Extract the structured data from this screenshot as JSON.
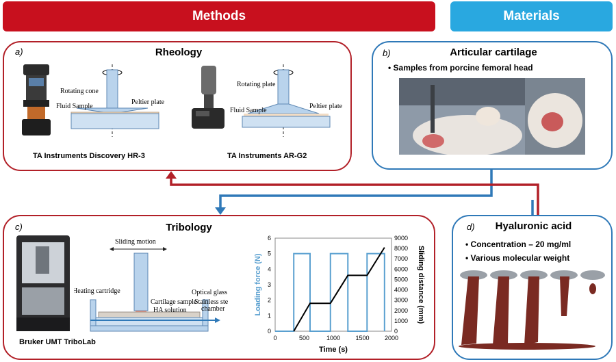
{
  "headers": {
    "methods": "Methods",
    "materials": "Materials"
  },
  "colors": {
    "red": "#b22028",
    "blue": "#2f79b8",
    "header_red": "#c8101e",
    "header_blue": "#29a8e0"
  },
  "rheology": {
    "tag": "a)",
    "title": "Rheology",
    "left_labels": {
      "cone": "Rotating cone",
      "fluid": "Fluid Sample",
      "plate": "Peltier plate"
    },
    "right_labels": {
      "cone": "Rotating plate",
      "fluid": "Fluid Sample",
      "plate": "Peltier plate"
    },
    "instrument1": "TA Instruments Discovery HR-3",
    "instrument2": "TA Instruments AR-G2"
  },
  "cartilage": {
    "tag": "b)",
    "title": "Articular cartilage",
    "bullet": "Samples from porcine femoral head"
  },
  "tribology": {
    "tag": "c)",
    "title": "Tribology",
    "labels": {
      "sliding": "Sliding motion",
      "heating": "Heating cartridge",
      "sample": "Cartilage sample",
      "solution": "HA solution",
      "glass": "Optical glass",
      "chamber1": "Stainless steel",
      "chamber2": "chamber"
    },
    "instrument": "Bruker UMT TriboLab"
  },
  "hyaluronic": {
    "tag": "d)",
    "title": "Hyaluronic acid",
    "bullets": [
      "Concentration – 20 mg/ml",
      "Various molecular weight"
    ]
  },
  "chart_data": {
    "type": "line",
    "xlabel": "Time (s)",
    "ylabel": "Loading force (N)",
    "y2label": "Sliding distance (mm)",
    "xlim": [
      0,
      2000
    ],
    "ylim": [
      0,
      6
    ],
    "y2lim": [
      0,
      9000
    ],
    "x_ticks": [
      0,
      500,
      1000,
      1500,
      2000
    ],
    "y_ticks": [
      0,
      1,
      2,
      3,
      4,
      5,
      6
    ],
    "y2_ticks": [
      0,
      1000,
      2000,
      3000,
      4000,
      5000,
      6000,
      7000,
      8000,
      9000
    ],
    "series": [
      {
        "axis": "left",
        "color": "#5aa0d0",
        "x": [
          0,
          320,
          320,
          600,
          600,
          950,
          950,
          1250,
          1250,
          1580,
          1580,
          1880,
          1880
        ],
        "y": [
          0,
          0,
          5,
          5,
          0,
          0,
          5,
          5,
          0,
          0,
          5,
          5,
          0
        ]
      },
      {
        "axis": "right",
        "color": "#000000",
        "x": [
          320,
          600,
          950,
          1250,
          1580,
          1880
        ],
        "y": [
          0,
          2700,
          2700,
          5400,
          5400,
          8100
        ]
      }
    ]
  }
}
